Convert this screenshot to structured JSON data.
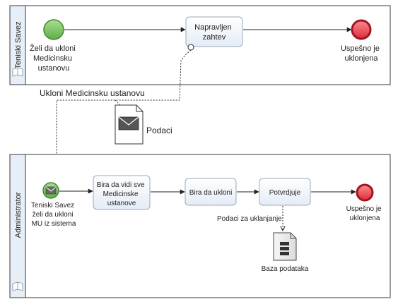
{
  "pools": {
    "top": {
      "label": "Teniski Savez"
    },
    "bottom": {
      "label": "Administrator"
    }
  },
  "top_pool": {
    "start_event": {
      "lines": [
        "Želi da ukloni",
        "Medicinsku",
        "ustanovu"
      ]
    },
    "task": {
      "lines": [
        "Napravljen",
        "zahtev"
      ]
    },
    "end_event": {
      "lines": [
        "Uspešno je",
        "uklonjena"
      ]
    }
  },
  "message_flow": {
    "label": "Ukloni Medicinsku ustanovu"
  },
  "message": {
    "label": "Podaci"
  },
  "bottom_pool": {
    "start_event": {
      "lines": [
        "Teniski Savez",
        "želi da ukloni",
        "MU iz sistema"
      ]
    },
    "task_view": {
      "lines": [
        "Bira da vidi sve",
        "Medicinske",
        "ustanove"
      ]
    },
    "task_remove": {
      "lines": [
        "Bira da ukloni"
      ]
    },
    "task_confirm": {
      "lines": [
        "Potvrdjuje"
      ]
    },
    "end_event": {
      "lines": [
        "Uspešno je",
        "uklonjena"
      ]
    },
    "data_association": {
      "label": "Podaci za uklanjanje"
    },
    "data_store": {
      "label": "Baza podataka"
    }
  },
  "colors": {
    "pool_header": "#e6eef7",
    "pool_border": "#3a3a3a",
    "task_fill": "#eef4fb",
    "task_border": "#9aa8b8",
    "start_fill": "#7fc86a",
    "start_border": "#3f8a2e",
    "end_fill": "#ee5560",
    "end_border": "#a01520",
    "flow": "#222222"
  },
  "icons": {
    "lane_marker": "book-icon",
    "message": "envelope-icon",
    "data_store": "database-icon"
  }
}
